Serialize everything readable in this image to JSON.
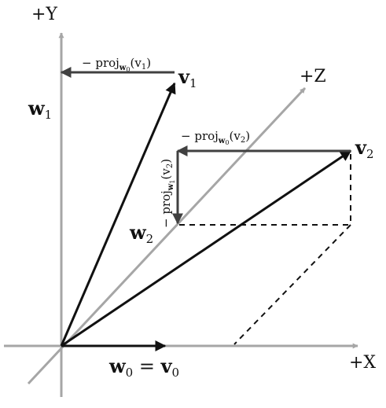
{
  "axes": {
    "y": {
      "label": "+Y"
    },
    "z": {
      "label": "+Z"
    },
    "x": {
      "label": "+X"
    }
  },
  "vectors": {
    "v1": {
      "base": "v",
      "sub": "1"
    },
    "v2": {
      "base": "v",
      "sub": "2"
    },
    "w1": {
      "base": "w",
      "sub": "1"
    },
    "w2": {
      "base": "w",
      "sub": "2"
    },
    "w0v0": {
      "w": "w",
      "wsub": "0",
      "eq": " = ",
      "v": "v",
      "vsub": "0"
    }
  },
  "annotations": {
    "proj_w0_v1": {
      "prefix": "− proj",
      "sub": "w",
      "subsub": "0",
      "arg": "(v",
      "argsub": "1",
      "close": ")"
    },
    "proj_w0_v2": {
      "prefix": "− proj",
      "sub": "w",
      "subsub": "0",
      "arg": "(v",
      "argsub": "2",
      "close": ")"
    },
    "proj_w1_v2": {
      "prefix": "− proj",
      "sub": "w",
      "subsub": "1",
      "arg": "(v",
      "argsub": "2",
      "close": ")"
    }
  },
  "colors": {
    "axis": "#a6a6a6",
    "vector": "#111111",
    "projection": "#404040",
    "dashed": "#111111"
  }
}
